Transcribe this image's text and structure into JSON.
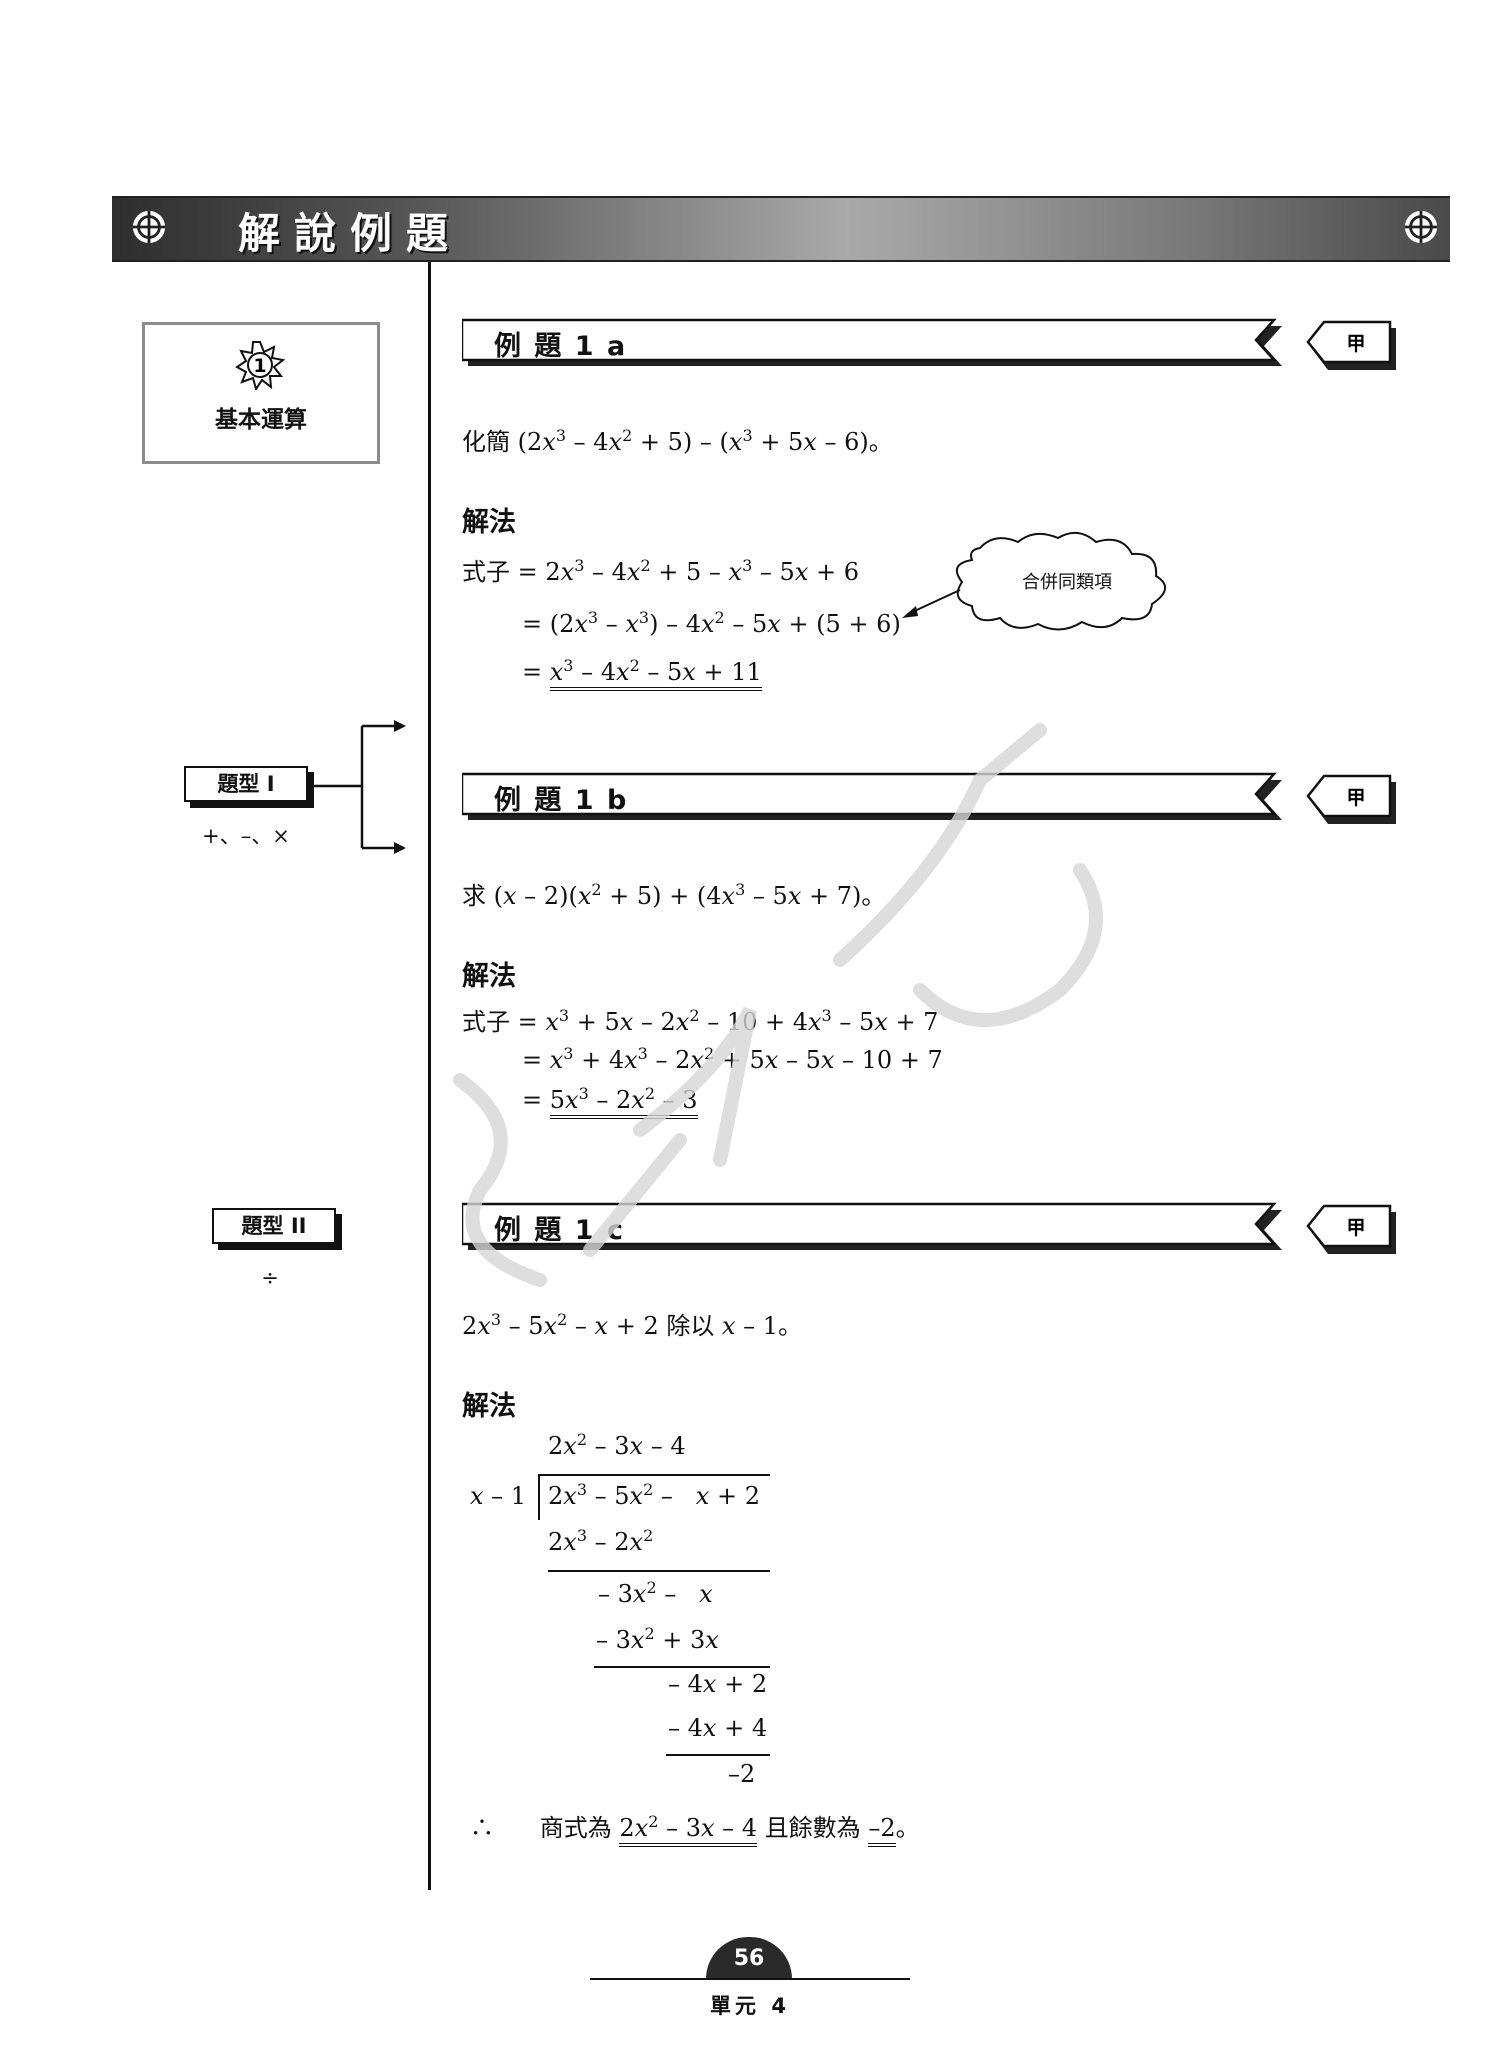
{
  "header": {
    "title": "解說例題"
  },
  "sidebar": {
    "topic_number": "1",
    "topic_label": "基本運算",
    "type1": {
      "label": "題型 I",
      "note": "+、–、×"
    },
    "type2": {
      "label": "題型 II",
      "note": "÷"
    }
  },
  "examples": [
    {
      "title": "例 題 1 a",
      "tag": "甲",
      "question_prefix": "化簡",
      "solution_label": "解法",
      "note": "合併同類項"
    },
    {
      "title": "例 題 1 b",
      "tag": "甲",
      "question_prefix": "求",
      "solution_label": "解法"
    },
    {
      "title": "例 題 1 c",
      "tag": "甲",
      "question_suffix": "除以",
      "solution_label": "解法",
      "conclusion": {
        "therefore": "∴",
        "quotient_text": "商式為",
        "remainder_text": "且餘數為",
        "end": "。"
      }
    }
  ],
  "footer": {
    "page": "56",
    "unit": "單元 4"
  }
}
